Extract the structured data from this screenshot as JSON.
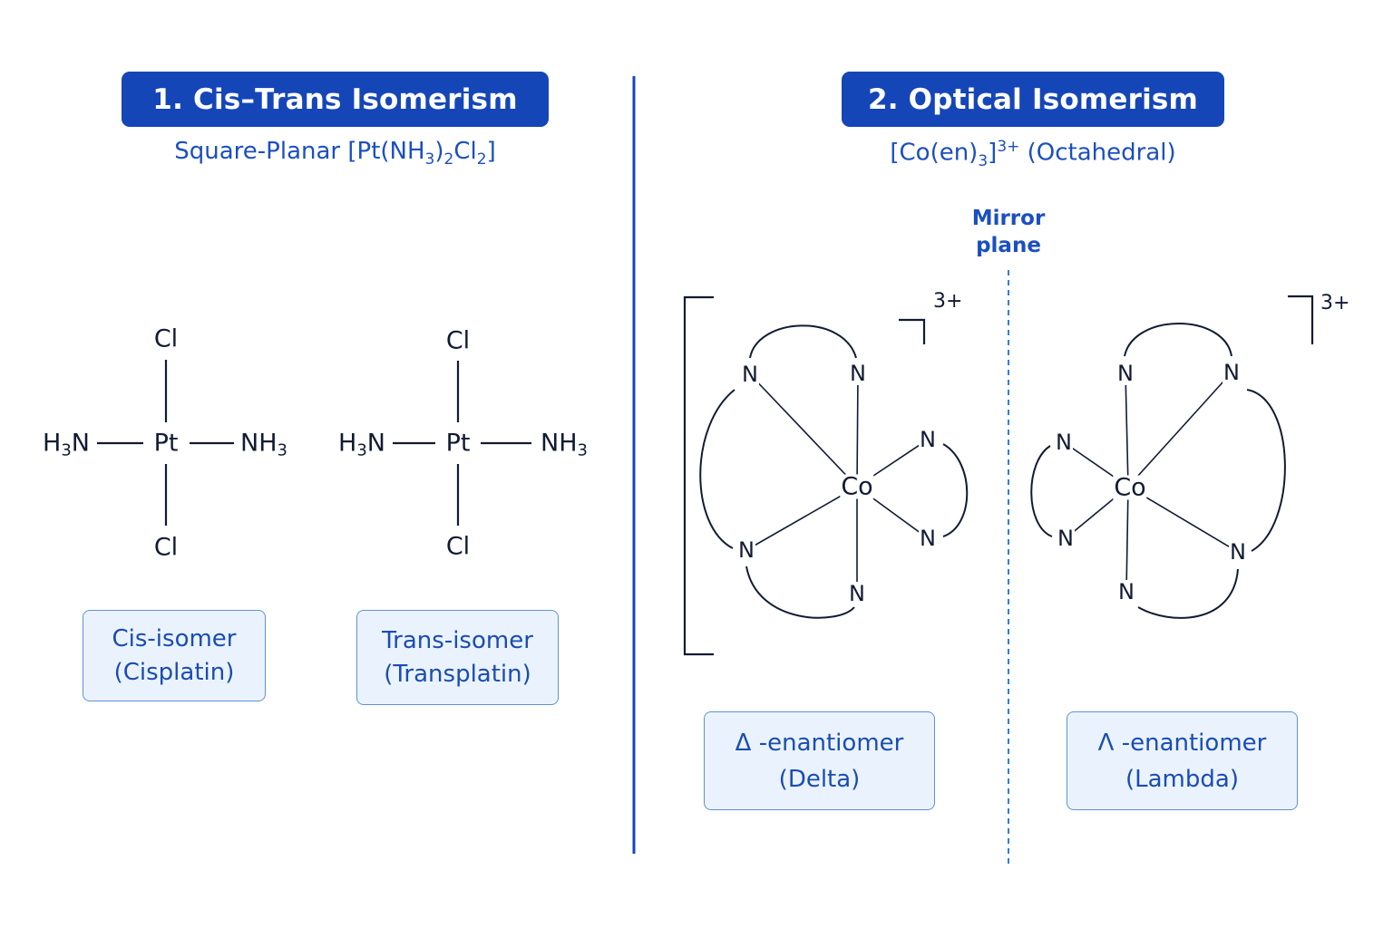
{
  "left": {
    "title": "1. Cis–Trans Isomerism",
    "subtitle_main": "Square-Planar [Pt(NH",
    "subtitle_sub1": "3",
    "subtitle_mid": ")",
    "subtitle_sub2": "2",
    "subtitle_cl": "Cl",
    "subtitle_sub3": "2",
    "subtitle_end": "]",
    "cis": {
      "top": "Cl",
      "bottom": "Cl",
      "center": "Pt",
      "left": "H",
      "left_sub": "3",
      "left_end": "N",
      "right": "NH",
      "right_sub": "3",
      "label_line1": "Cis-isomer",
      "label_line2": "(Cisplatin)"
    },
    "trans": {
      "top": "Cl",
      "bottom": "Cl",
      "center": "Pt",
      "left": "H",
      "left_sub": "3",
      "left_end": "N",
      "right": "NH",
      "right_sub": "3",
      "label_line1": "Trans-isomer",
      "label_line2": "(Transplatin)"
    }
  },
  "right": {
    "title": "2. Optical Isomerism",
    "subtitle_main": "[Co(en)",
    "subtitle_sub": "3",
    "subtitle_bracket": "]",
    "subtitle_sup": "3+",
    "subtitle_end": " (Octahedral)",
    "mirror_line1": "Mirror",
    "mirror_line2": "plane",
    "delta": {
      "center": "Co",
      "ligand_atom": "N",
      "charge": "3+",
      "label_line1": "Δ -enantiomer",
      "label_line2": "(Delta)"
    },
    "lambda": {
      "center": "Co",
      "ligand_atom": "N",
      "charge": "3+",
      "label_line1": "Λ -enantiomer",
      "label_line2": "(Lambda)"
    }
  },
  "colors": {
    "accent": "#1546b8",
    "text_blue": "#1b4fc0",
    "box_fill": "#eaf3fd",
    "box_border": "#5e92d4",
    "bond": "#111b33"
  }
}
